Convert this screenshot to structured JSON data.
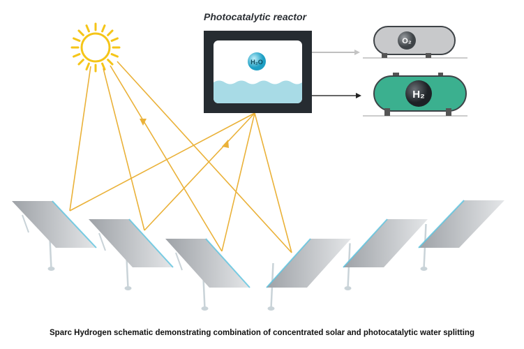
{
  "title": "Photocatalytic reactor",
  "molecules": {
    "water": "H₂O",
    "oxygen": "O₂",
    "hydrogen": "H₂"
  },
  "caption": "Sparc Hydrogen schematic demonstrating combination of concentrated solar and photocatalytic water splitting",
  "colors": {
    "sun": "#f5c518",
    "ray": "#e8a923",
    "reactor": "#262c31",
    "water": "#a8dbe6",
    "h2_tank": "#3bb08f",
    "o2_tank": "#c8c9cb",
    "panel": "#b9bcc0"
  }
}
